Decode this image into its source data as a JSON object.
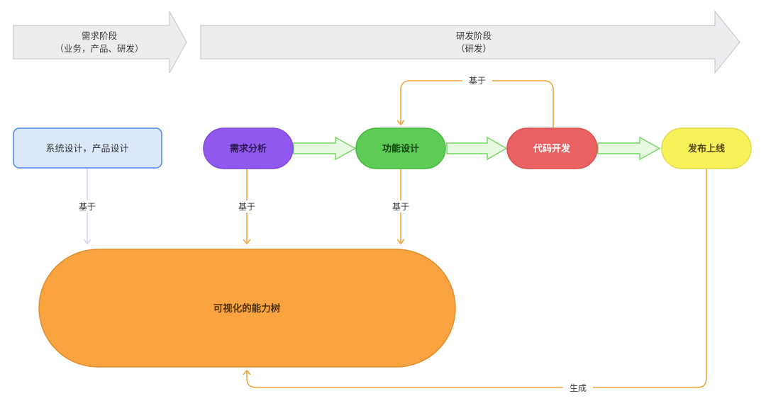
{
  "colors": {
    "banner_fill": "#EDEDF0",
    "banner_stroke": "#C9C9CF",
    "blue_fill": "#DBE7FB",
    "blue_stroke": "#4D86E8",
    "blue_text": "#333333",
    "purple_fill": "#9158EF",
    "purple_stroke": "#7F45DB",
    "purple_text": "#2D1B52",
    "green_fill": "#5DCB56",
    "green_stroke": "#45B83E",
    "green_text": "#123F0C",
    "red_fill": "#E96161",
    "red_stroke": "#DB4F4F",
    "red_text": "#FFFFFF",
    "yellow_fill": "#F7F259",
    "yellow_stroke": "#E0D84A",
    "yellow_text": "#55491C",
    "orange_fill": "#F9A440",
    "orange_stroke": "#E28D2B",
    "orange_text": "#503208",
    "edge_orange": "#F5A43B",
    "edge_lavender": "#DCD5F8",
    "block_arrow_fill": "#E9F8E3",
    "block_arrow_stroke": "#74D964",
    "label_text": "#3A3A3A",
    "page_bg": "#FFFFFF"
  },
  "banners": [
    {
      "line1": "需求阶段",
      "line2": "（业务，产品、研发）"
    },
    {
      "line1": "研发阶段",
      "line2": "（研发）"
    }
  ],
  "nodes": {
    "system_design": {
      "label": "系统设计，产品设计"
    },
    "requirement_analysis": {
      "label": "需求分析"
    },
    "function_design": {
      "label": "功能设计"
    },
    "code_development": {
      "label": "代码开发"
    },
    "release_online": {
      "label": "发布上线"
    },
    "capability_tree": {
      "label": "可视化的能力树"
    }
  },
  "edge_labels": {
    "code_based_on_function": "基于",
    "system_based_on_tree": "基于",
    "requirement_based_on_tree": "基于",
    "function_based_on_tree": "基于",
    "release_generates_tree": "生成"
  }
}
